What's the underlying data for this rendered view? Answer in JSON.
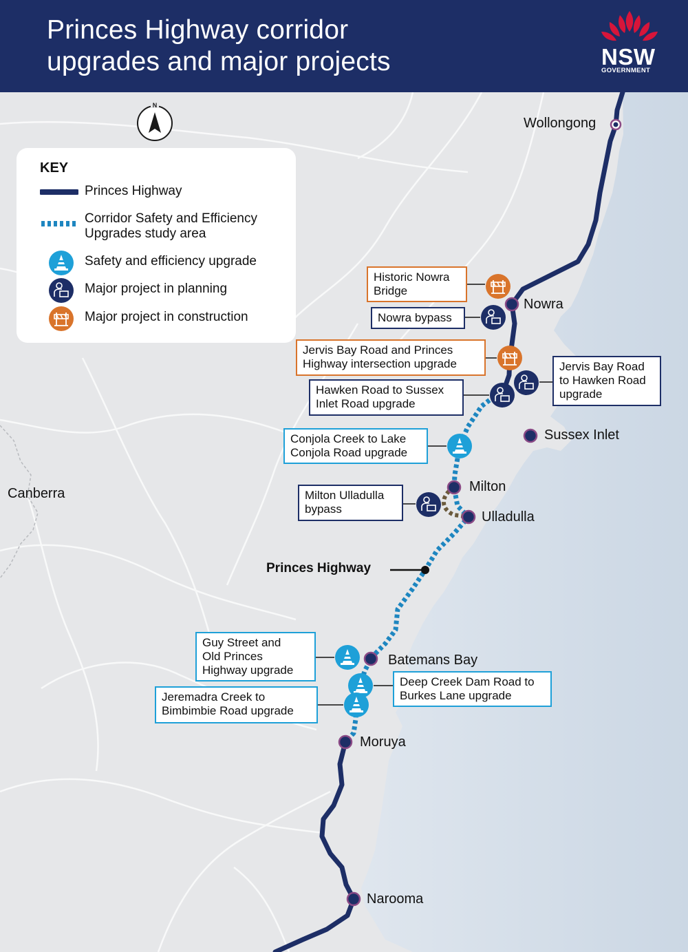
{
  "header": {
    "title_line1": "Princes Highway corridor",
    "title_line2": "upgrades and major projects",
    "logo_text": "NSW",
    "logo_subtext": "GOVERNMENT"
  },
  "compass": {
    "letter": "N"
  },
  "key": {
    "title": "KEY",
    "items": [
      {
        "label": "Princes Highway",
        "symbol": "navy-line"
      },
      {
        "label_line1": "Corridor Safety and Efficiency",
        "label_line2": "Upgrades study area",
        "symbol": "dashed-blue-line"
      },
      {
        "label": "Safety and efficiency upgrade",
        "symbol": "traffic-cone-icon"
      },
      {
        "label": "Major project in planning",
        "symbol": "planning-icon"
      },
      {
        "label": "Major project in construction",
        "symbol": "construction-barrier-icon"
      }
    ]
  },
  "colors": {
    "header": "#1d2e66",
    "highway": "#1d2e66",
    "study_area": "#1e86c0",
    "safety": "#1ea0d8",
    "planning": "#1d2e66",
    "construction": "#d9742b",
    "milton_bypass": "#6b5a3c",
    "sea": "#d3dde8",
    "land": "#e6e7e9",
    "town_ring": "#8a4a86"
  },
  "towns": {
    "wollongong": "Wollongong",
    "nowra": "Nowra",
    "sussex_inlet": "Sussex Inlet",
    "canberra": "Canberra",
    "milton": "Milton",
    "ulladulla": "Ulladulla",
    "batemans_bay": "Batemans Bay",
    "moruya": "Moruya",
    "narooma": "Narooma"
  },
  "highway_label": "Princes Highway",
  "projects": {
    "historic_nowra_bridge": {
      "line1": "Historic Nowra",
      "line2": "Bridge",
      "status": "construction"
    },
    "nowra_bypass": {
      "line1": "Nowra bypass",
      "status": "planning"
    },
    "jervis_bay_intersection": {
      "line1": "Jervis Bay Road and Princes",
      "line2": "Highway intersection upgrade",
      "status": "construction"
    },
    "jervis_bay_hawken": {
      "line1": "Jervis Bay Road",
      "line2": "to Hawken Road",
      "line3": "upgrade",
      "status": "planning"
    },
    "hawken_sussex": {
      "line1": "Hawken Road to Sussex",
      "line2": "Inlet Road upgrade",
      "status": "planning"
    },
    "conjola": {
      "line1": "Conjola Creek to Lake",
      "line2": "Conjola Road upgrade",
      "status": "safety"
    },
    "milton_ulladulla": {
      "line1": "Milton Ulladulla",
      "line2": "bypass",
      "status": "planning"
    },
    "guy_street": {
      "line1": "Guy Street and",
      "line2": "Old Princes",
      "line3": "Highway upgrade",
      "status": "safety"
    },
    "deep_creek": {
      "line1": "Deep Creek Dam Road to",
      "line2": "Burkes Lane upgrade",
      "status": "safety"
    },
    "jeremadra": {
      "line1": "Jeremadra Creek to",
      "line2": "Bimbimbie Road upgrade",
      "status": "safety"
    }
  }
}
